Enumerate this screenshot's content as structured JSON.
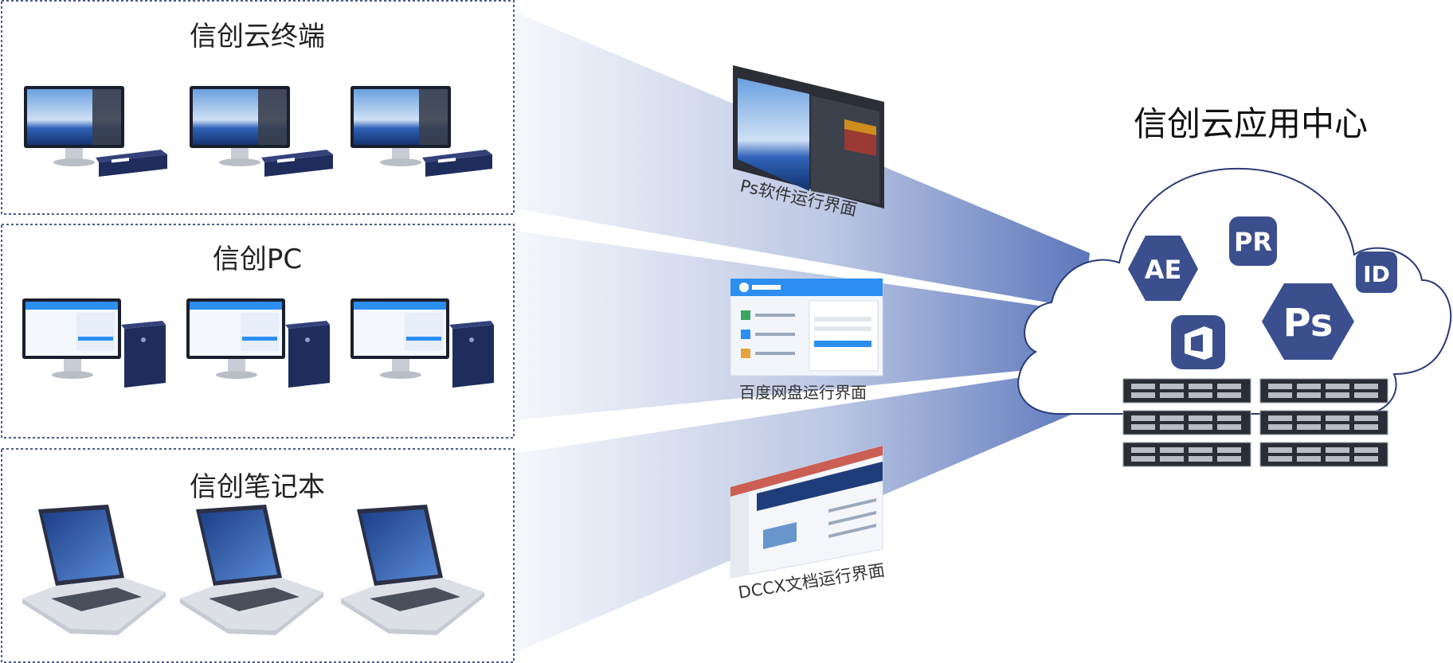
{
  "colors": {
    "frame_border": "#4a5a8c",
    "beam": "#3f5fb0",
    "navy": "#1f2d5c",
    "hex_fill": "#3b4f8f",
    "cloud_stroke": "#2b3a78",
    "baidu_blue": "#2b8ef0"
  },
  "groups": [
    {
      "title": "信创云终端",
      "device": "monitor-thin-client"
    },
    {
      "title": "信创PC",
      "device": "monitor-tower"
    },
    {
      "title": "信创笔记本",
      "device": "laptop"
    }
  ],
  "apps": [
    {
      "label": "Ps软件运行界面",
      "screen": "photoshop"
    },
    {
      "label": "百度网盘运行界面",
      "screen": "baidu-netdisk"
    },
    {
      "label": "DCCX文档运行界面",
      "screen": "document"
    }
  ],
  "center": {
    "title": "信创云应用中心",
    "app_icons": [
      {
        "label": "AE",
        "icon": "after-effects-icon"
      },
      {
        "label": "PR",
        "icon": "premiere-icon"
      },
      {
        "label": "ID",
        "icon": "indesign-icon"
      },
      {
        "label": "Ps",
        "icon": "photoshop-icon"
      },
      {
        "label": "",
        "icon": "office-icon"
      }
    ],
    "servers": 6
  }
}
